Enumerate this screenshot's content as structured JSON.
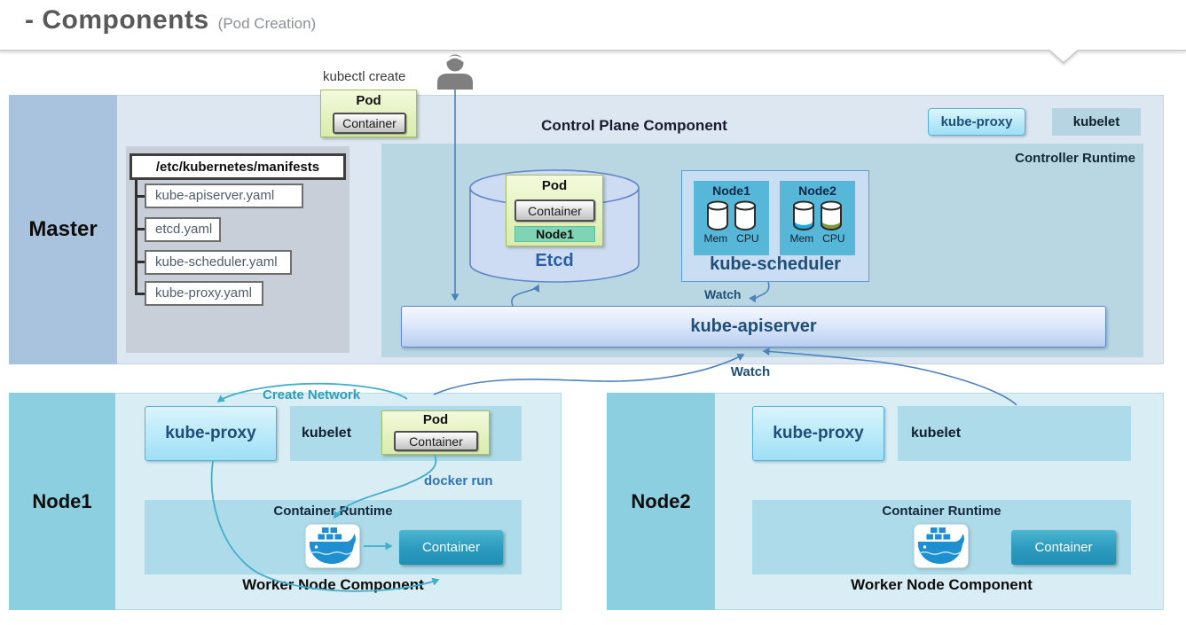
{
  "header": {
    "title": "- Components",
    "subtitle": "(Pod Creation)"
  },
  "annotations": {
    "kubectl_create": "kubectl create",
    "watch_scheduler": "Watch",
    "watch_nodes": "Watch",
    "create_network": "Create Network",
    "docker_run": "docker run"
  },
  "pod_create": {
    "title": "Pod",
    "container": "Container"
  },
  "master": {
    "label": "Master",
    "control_plane_label": "Control Plane Component",
    "controller_runtime_label": "Controller Runtime",
    "kube_proxy_label": "kube-proxy",
    "kubelet_label": "kubelet",
    "manifests": {
      "header": "/etc/kubernetes/manifests",
      "files": [
        "kube-apiserver.yaml",
        "etcd.yaml",
        "kube-scheduler.yaml",
        "kube-proxy.yaml"
      ]
    },
    "etcd": {
      "label": "Etcd",
      "pod": {
        "title": "Pod",
        "container": "Container",
        "node": "Node1"
      }
    },
    "scheduler": {
      "label": "kube-scheduler",
      "nodes": [
        {
          "name": "Node1",
          "mem": "Mem",
          "cpu": "CPU",
          "mem_band": "none",
          "cpu_band": "none"
        },
        {
          "name": "Node2",
          "mem": "Mem",
          "cpu": "CPU",
          "mem_band": "#1da9e8",
          "cpu_band": "#7f9a3d"
        }
      ]
    },
    "apiserver_label": "kube-apiserver"
  },
  "nodes": [
    {
      "label": "Node1",
      "kube_proxy": "kube-proxy",
      "kubelet": "kubelet",
      "pod": {
        "title": "Pod",
        "container": "Container"
      },
      "runtime_label": "Container Runtime",
      "container": "Container",
      "footer": "Worker Node Component"
    },
    {
      "label": "Node2",
      "kube_proxy": "kube-proxy",
      "kubelet": "kubelet",
      "runtime_label": "Container Runtime",
      "container": "Container",
      "footer": "Worker Node Component"
    }
  ],
  "colors": {
    "master_bg": "#dde7f2",
    "master_sidebar": "#a9c3de",
    "controller_bg": "#b8d7e2",
    "node_bg": "#d9edf4",
    "node_sidebar": "#8ccfe0",
    "node_strip": "#aedbe9",
    "pod_green": "#e6f3c6",
    "pod_border": "#a3bf5e",
    "node_tag_green": "#7fd4b4",
    "scheduler_bg": "#c9def2",
    "scheduler_node_bg": "#57b7d8",
    "apiserver_text": "#1f4e79",
    "arrow_blue": "#4f81bd",
    "arrow_teal": "#41aecb",
    "container_teal": "#2391b6",
    "docker_blue": "#1e8fd0",
    "manifest_gray": "#c9cfd8"
  }
}
